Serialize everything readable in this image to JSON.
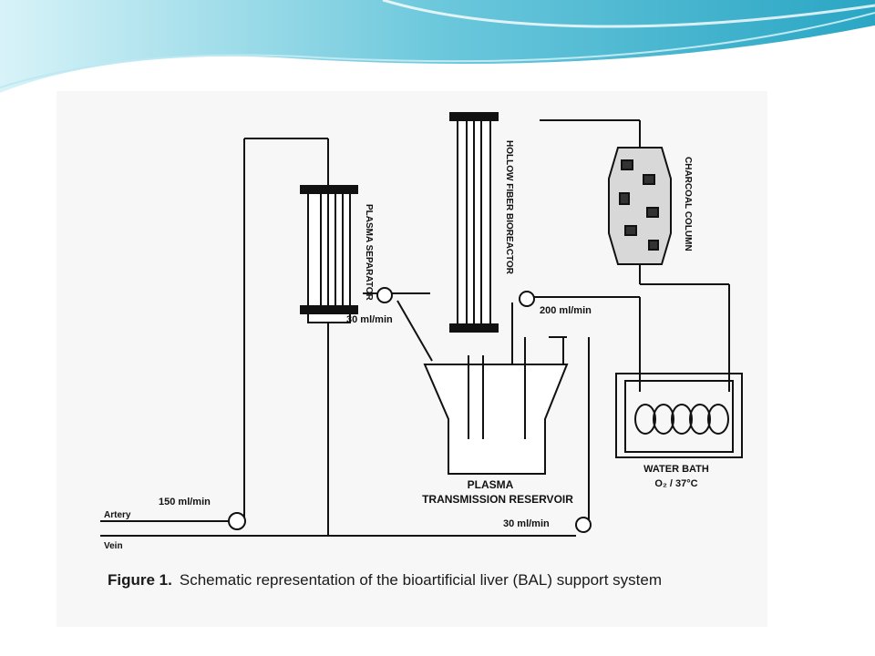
{
  "slide": {
    "colors": {
      "wave_dark": "#2aa6c4",
      "wave_light": "#bfe9f2",
      "ink": "#111111"
    }
  },
  "figure": {
    "caption_label": "Figure 1.",
    "caption_text": "Schematic representation of the bioartificial liver (BAL) support system",
    "labels": {
      "plasma_separator": "PLASMA SEPARATOR",
      "hollow_fiber": "HOLLOW FIBER BIOREACTOR",
      "charcoal_column": "CHARCOAL COLUMN",
      "reservoir_line1": "PLASMA",
      "reservoir_line2": "TRANSMISSION RESERVOIR",
      "water_bath_line1": "WATER BATH",
      "water_bath_line2": "O₂ / 37°C",
      "artery": "Artery",
      "vein": "Vein",
      "flow_150": "150 ml/min",
      "flow_30_top": "30 ml/min",
      "flow_200": "200 ml/min",
      "flow_30_bottom": "30 ml/min"
    }
  }
}
